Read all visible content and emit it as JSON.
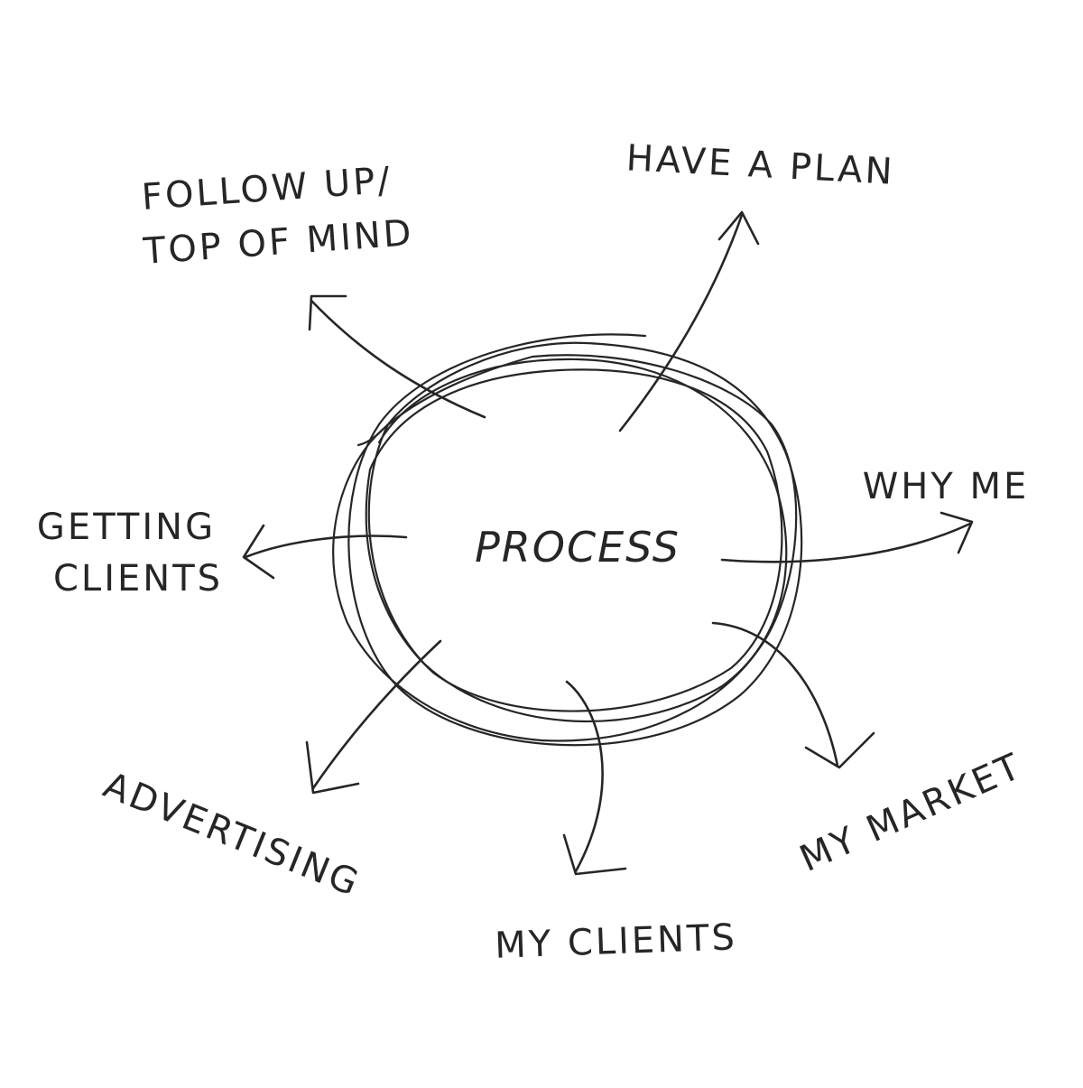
{
  "center": {
    "label": "PROCESS"
  },
  "branches": {
    "plan": {
      "label": "HAVE A PLAN"
    },
    "follow_up": {
      "line1": "FOLLOW UP/",
      "line2": "TOP OF MIND"
    },
    "why_me": {
      "label": "WHY ME"
    },
    "getting_clients": {
      "line1": "GETTING",
      "line2": "CLIENTS"
    },
    "advertising": {
      "label": "ADVERTISING"
    },
    "my_clients": {
      "label": "MY CLIENTS"
    },
    "my_market": {
      "label": "MY MARKET"
    }
  },
  "colors": {
    "ink": "#262626",
    "paper": "#ffffff"
  }
}
